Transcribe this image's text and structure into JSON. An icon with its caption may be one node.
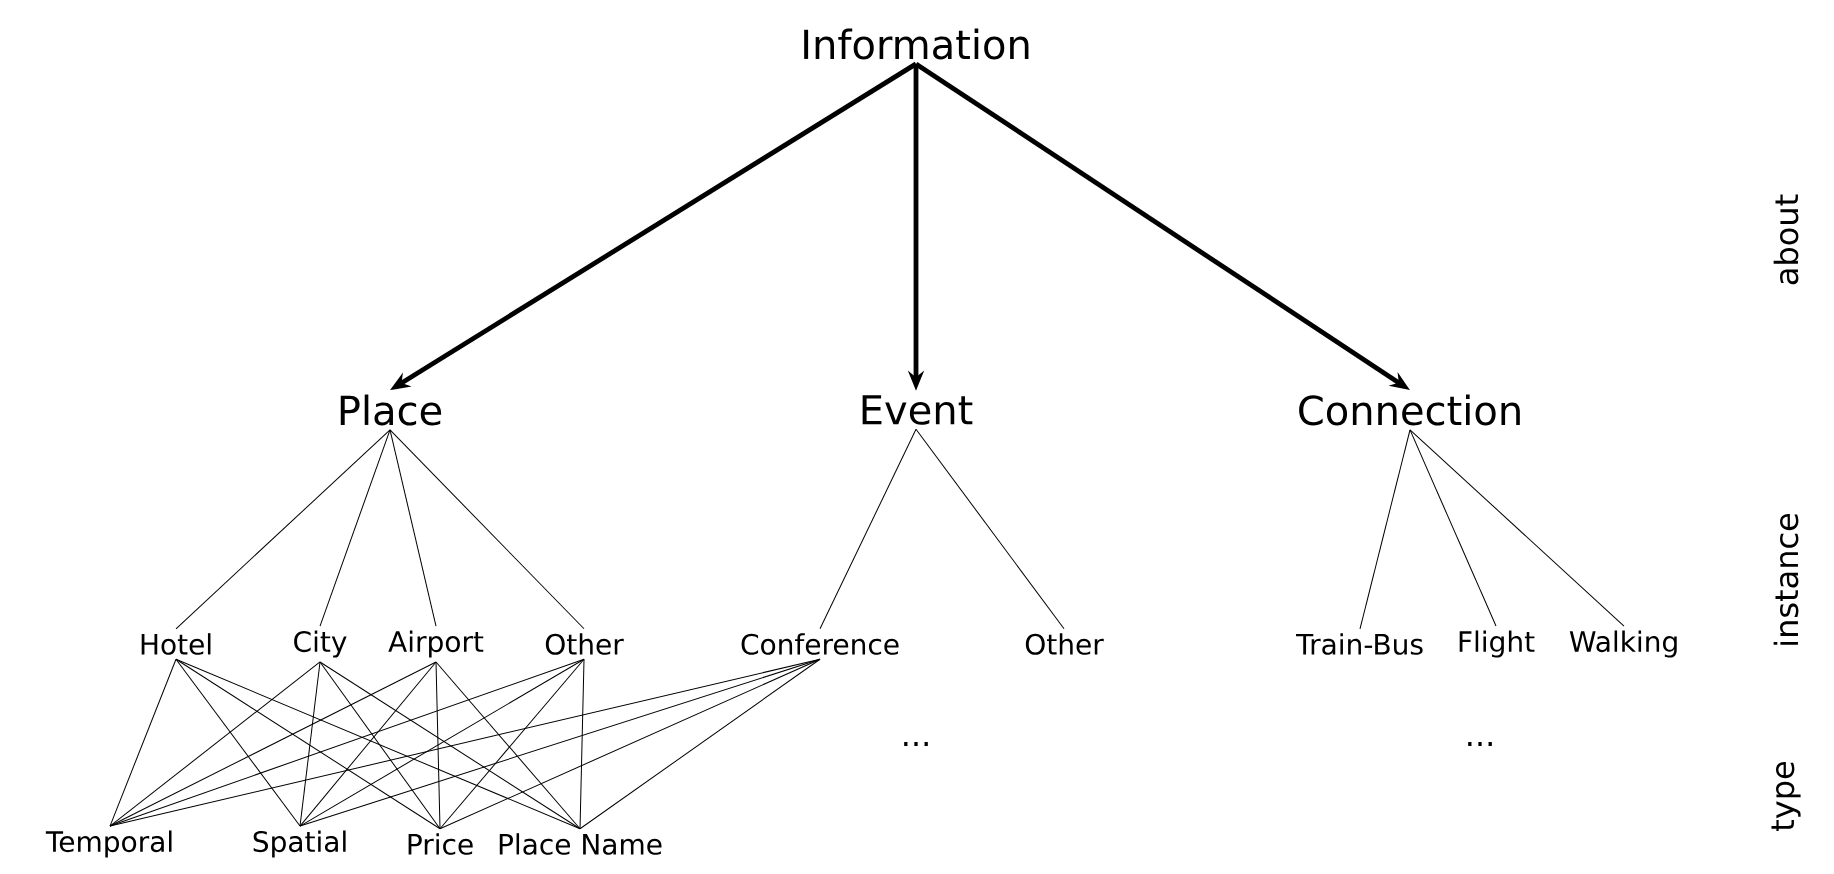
{
  "diagram": {
    "nodes": [
      {
        "text": [
          "Information"
        ]
      },
      {
        "text": [
          "Place"
        ]
      },
      {
        "text": [
          "Event"
        ]
      },
      {
        "text": [
          "Connection"
        ]
      },
      {
        "text": [
          "Hotel"
        ]
      },
      {
        "text": [
          "City"
        ]
      },
      {
        "text": [
          "Airport"
        ]
      },
      {
        "text": [
          "Other"
        ]
      },
      {
        "text": [
          "Conference"
        ]
      },
      {
        "text": [
          "Other"
        ]
      },
      {
        "text": [
          "Train-Bus"
        ]
      },
      {
        "text": [
          "Flight"
        ]
      },
      {
        "text": [
          "Walking"
        ]
      },
      {
        "text": [
          "Temporal"
        ]
      },
      {
        "text": [
          "Spatial"
        ]
      },
      {
        "text": [
          "Price"
        ]
      },
      {
        "text": [
          "Place Name"
        ]
      }
    ],
    "edges": [
      {
        "from": 0,
        "to": 1,
        "arrow": "to",
        "style": "thick"
      },
      {
        "from": 0,
        "to": 2,
        "arrow": "to",
        "style": "thick"
      },
      {
        "from": 0,
        "to": 3,
        "arrow": "to",
        "style": "thick"
      },
      {
        "from": 1,
        "to": 4,
        "arrow": "none"
      },
      {
        "from": 1,
        "to": 5,
        "arrow": "none"
      },
      {
        "from": 1,
        "to": 6,
        "arrow": "none"
      },
      {
        "from": 1,
        "to": 7,
        "arrow": "none"
      },
      {
        "from": 2,
        "to": 8,
        "arrow": "none"
      },
      {
        "from": 2,
        "to": 9,
        "arrow": "none"
      },
      {
        "from": 3,
        "to": 10,
        "arrow": "none"
      },
      {
        "from": 3,
        "to": 11,
        "arrow": "none"
      },
      {
        "from": 3,
        "to": 12,
        "arrow": "none"
      },
      {
        "from": 4,
        "to": 13,
        "arrow": "none"
      },
      {
        "from": 4,
        "to": 14,
        "arrow": "none"
      },
      {
        "from": 4,
        "to": 15,
        "arrow": "none"
      },
      {
        "from": 4,
        "to": 16,
        "arrow": "none"
      },
      {
        "from": 5,
        "to": 13,
        "arrow": "none"
      },
      {
        "from": 5,
        "to": 14,
        "arrow": "none"
      },
      {
        "from": 5,
        "to": 15,
        "arrow": "none"
      },
      {
        "from": 5,
        "to": 16,
        "arrow": "none"
      },
      {
        "from": 6,
        "to": 13,
        "arrow": "none"
      },
      {
        "from": 6,
        "to": 14,
        "arrow": "none"
      },
      {
        "from": 6,
        "to": 15,
        "arrow": "none"
      },
      {
        "from": 6,
        "to": 16,
        "arrow": "none"
      },
      {
        "from": 7,
        "to": 13,
        "arrow": "none"
      },
      {
        "from": 7,
        "to": 14,
        "arrow": "none"
      },
      {
        "from": 7,
        "to": 15,
        "arrow": "none"
      },
      {
        "from": 7,
        "to": 16,
        "arrow": "none"
      },
      {
        "from": 8,
        "to": 13,
        "arrow": "none"
      },
      {
        "from": 8,
        "to": 14,
        "arrow": "none"
      },
      {
        "from": 8,
        "to": 15,
        "arrow": "none"
      },
      {
        "from": 8,
        "to": 16,
        "arrow": "none"
      }
    ],
    "labels": [
      "...",
      "...",
      "about",
      "instance",
      "type"
    ]
  }
}
